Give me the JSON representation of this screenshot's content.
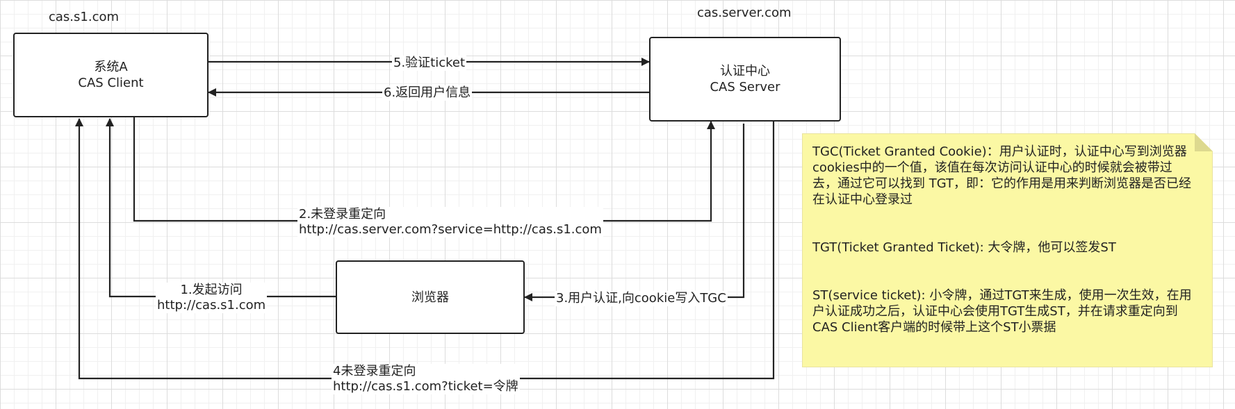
{
  "domains": {
    "client": "cas.s1.com",
    "server": "cas.server.com"
  },
  "nodes": {
    "system_a": {
      "line1": "系统A",
      "line2": "CAS Client"
    },
    "auth_center": {
      "line1": "认证中心",
      "line2": "CAS Server"
    },
    "browser": {
      "label": "浏览器"
    }
  },
  "edges": {
    "e1": {
      "line1": "1.发起访问",
      "line2": "http://cas.s1.com"
    },
    "e2": {
      "line1": "2.未登录重定向",
      "line2": "http://cas.server.com?service=http://cas.s1.com"
    },
    "e3": {
      "label": "3.用户认证,向cookie写入TGC"
    },
    "e4": {
      "line1": "4未登录重定向",
      "line2": "http://cas.s1.com?ticket=令牌"
    },
    "e5": {
      "label": "5.验证ticket"
    },
    "e6": {
      "label": "6.返回用户信息"
    }
  },
  "note": {
    "tgc": "TGC(Ticket Granted Cookie)：用户认证时，认证中心写到浏览器cookies中的一个值，该值在每次访问认证中心的时候就会被带过去，通过它可以找到 TGT，即：它的作用是用来判断浏览器是否已经在认证中心登录过",
    "tgt": "TGT(Ticket Granted Ticket): 大令牌，他可以签发ST",
    "st": "ST(service ticket): 小令牌，通过TGT来生成，使用一次生效，在用户认证成功之后，认证中心会使用TGT生成ST，并在请求重定向到CAS Client客户端的时候带上这个ST小票据"
  },
  "colors": {
    "stroke": "#222222",
    "note_fill": "#fbf8a4",
    "grid": "#dcdcdc"
  }
}
